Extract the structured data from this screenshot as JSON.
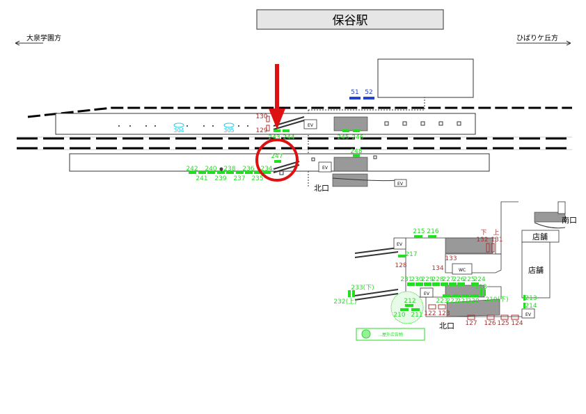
{
  "title": "保谷駅",
  "directions": {
    "left": "大泉学園方",
    "right": "ひばりケ丘方"
  },
  "colors": {
    "highlight": "#dd1111",
    "ad": "#22dd22",
    "fixture": "#aa3333",
    "sign_blue": "#2244cc"
  },
  "exits": {
    "north_upper": "北口",
    "north_lower": "北口",
    "south": "南口"
  },
  "facilities": {
    "ev": "EV",
    "wc": "WC",
    "shop_small": "店舗",
    "shop_large": "店舗",
    "up": "上",
    "down": "下"
  },
  "blue_signs": [
    "51",
    "52"
  ],
  "cyan_labels": [
    "304",
    "305"
  ],
  "red_labels": [
    "130",
    "129",
    "132",
    "131",
    "133",
    "134",
    "128",
    "122",
    "123",
    "127",
    "126",
    "125",
    "124"
  ],
  "green_labels": {
    "upper": [
      "243",
      "244",
      "245",
      "246",
      "247",
      "248"
    ],
    "platform_top": [
      "242",
      "240",
      "238",
      "236",
      "234"
    ],
    "platform_bottom": [
      "241",
      "239",
      "237",
      "235"
    ],
    "concourse": [
      "215",
      "216",
      "217",
      "231",
      "230",
      "229",
      "228",
      "227",
      "226",
      "225",
      "224",
      "218",
      "219(下)",
      "223",
      "222",
      "221",
      "220",
      "212",
      "210",
      "211",
      "233(下)",
      "232(上)",
      "213",
      "214"
    ]
  },
  "legend": {
    "label": "…屋外広告物"
  }
}
